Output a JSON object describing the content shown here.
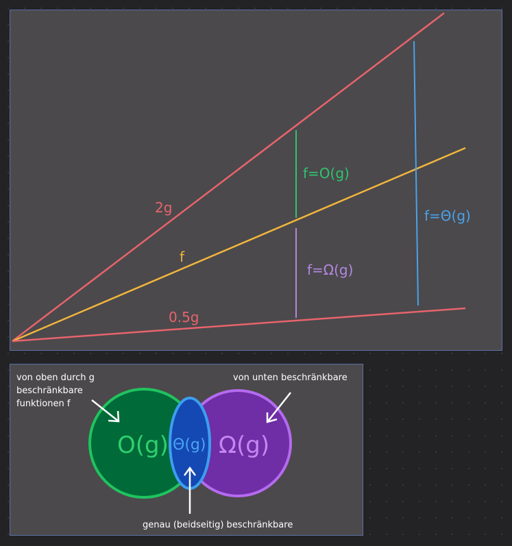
{
  "graph": {
    "labels": {
      "two_g": "2g",
      "f": "f",
      "half_g": "0.5g",
      "big_o": "f=O(g)",
      "big_omega": "f=Ω(g)",
      "big_theta": "f=Θ(g)"
    },
    "colors": {
      "two_g": "#e8646c",
      "f": "#f2b63c",
      "half_g": "#e8646c",
      "big_o": "#2fc56f",
      "big_omega": "#b488e0",
      "big_theta": "#4aa2ea"
    }
  },
  "venn": {
    "big_o_label": "O(g)",
    "theta_label": "Θ(g)",
    "omega_label": "Ω(g)",
    "upper_bound_note_line1": "von oben durch g",
    "upper_bound_note_line2": "beschränkbare",
    "upper_bound_note_line3": "funktionen f",
    "lower_bound_note": "von unten beschränkbare",
    "tight_bound_note": "genau (beidseitig) beschränkbare",
    "colors": {
      "big_o_fill": "#006a38",
      "big_o_stroke": "#20c35f",
      "omega_fill": "#6f2ea5",
      "omega_stroke": "#b56bf0",
      "theta_fill": "#1448b2",
      "theta_stroke": "#3d9ef0"
    }
  }
}
